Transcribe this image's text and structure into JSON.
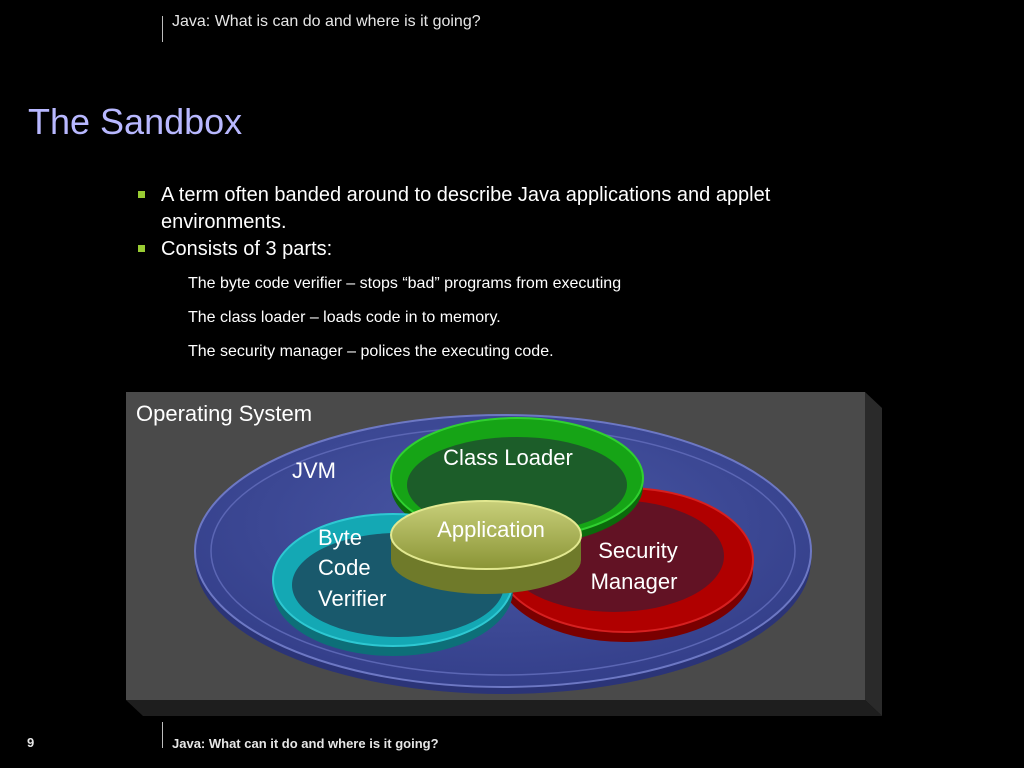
{
  "header": {
    "text": "Java: What is can do and where is it going?"
  },
  "title": "The Sandbox",
  "bullets": [
    {
      "text": "A term often banded around to describe Java applications and applet environments."
    },
    {
      "text": "Consists of 3 parts:",
      "subitems": [
        "The byte code verifier – stops “bad” programs from executing",
        "The class loader – loads code in to memory.",
        "The security manager – polices the executing code."
      ]
    }
  ],
  "diagram": {
    "os_label": "Operating  System",
    "jvm_label": "JVM",
    "class_loader_label": "Class Loader",
    "application_label": "Application",
    "verifier_lines": [
      "Byte",
      "Code",
      "Verifier"
    ],
    "security_lines": [
      "Security",
      "Manager"
    ]
  },
  "footer": {
    "page_number": "9",
    "text": "Java: What can it do and where is it going?"
  }
}
